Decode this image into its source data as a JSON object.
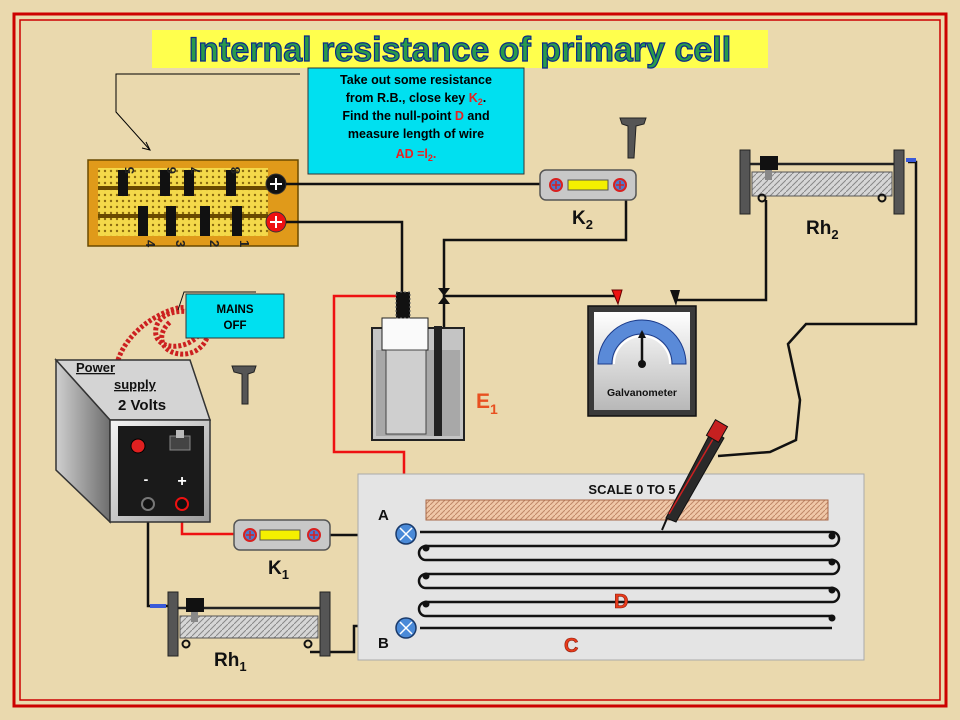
{
  "title": "Internal resistance of primary cell",
  "instruction": {
    "line1": "Take out some resistance",
    "line2_pre": "from R.B., close key ",
    "line2_key": "K",
    "line2_sub": "2",
    "line2_post": ".",
    "line3_pre": "Find the null-point ",
    "line3_point": "D",
    "line3_post": " and",
    "line4": "measure length of wire",
    "line5_main": "AD =l",
    "line5_sub": "2",
    "line5_post": "."
  },
  "mains_label": {
    "line1": "MAINS",
    "line2": "OFF"
  },
  "power_supply": {
    "line1": "Power",
    "line2": "supply",
    "line3": "2 Volts",
    "minus": "-",
    "plus": "+"
  },
  "key_k1": {
    "main": "K",
    "sub": "1"
  },
  "key_k2": {
    "main": "K",
    "sub": "2"
  },
  "rheostat_1": {
    "main": "Rh",
    "sub": "1"
  },
  "rheostat_2": {
    "main": "Rh",
    "sub": "2"
  },
  "cell": {
    "main": "E",
    "sub": "1"
  },
  "galvanometer_label": "Galvanometer",
  "potentiometer": {
    "scale": "SCALE  0 TO 5",
    "point_a": "A",
    "point_b": "B",
    "point_c": "C",
    "point_d": "D"
  },
  "resistance_box": {
    "top_numbers": [
      "5",
      "6",
      "7",
      "8"
    ],
    "bottom_numbers": [
      "4",
      "3",
      "2",
      "1"
    ]
  },
  "colors": {
    "background": "#ead9ae",
    "border": "#cc0000",
    "title_fill": "#2a9a4a",
    "title_highlight": "#ffff4d",
    "callout": "#00e0f0",
    "red_mark": "#ff3300"
  }
}
